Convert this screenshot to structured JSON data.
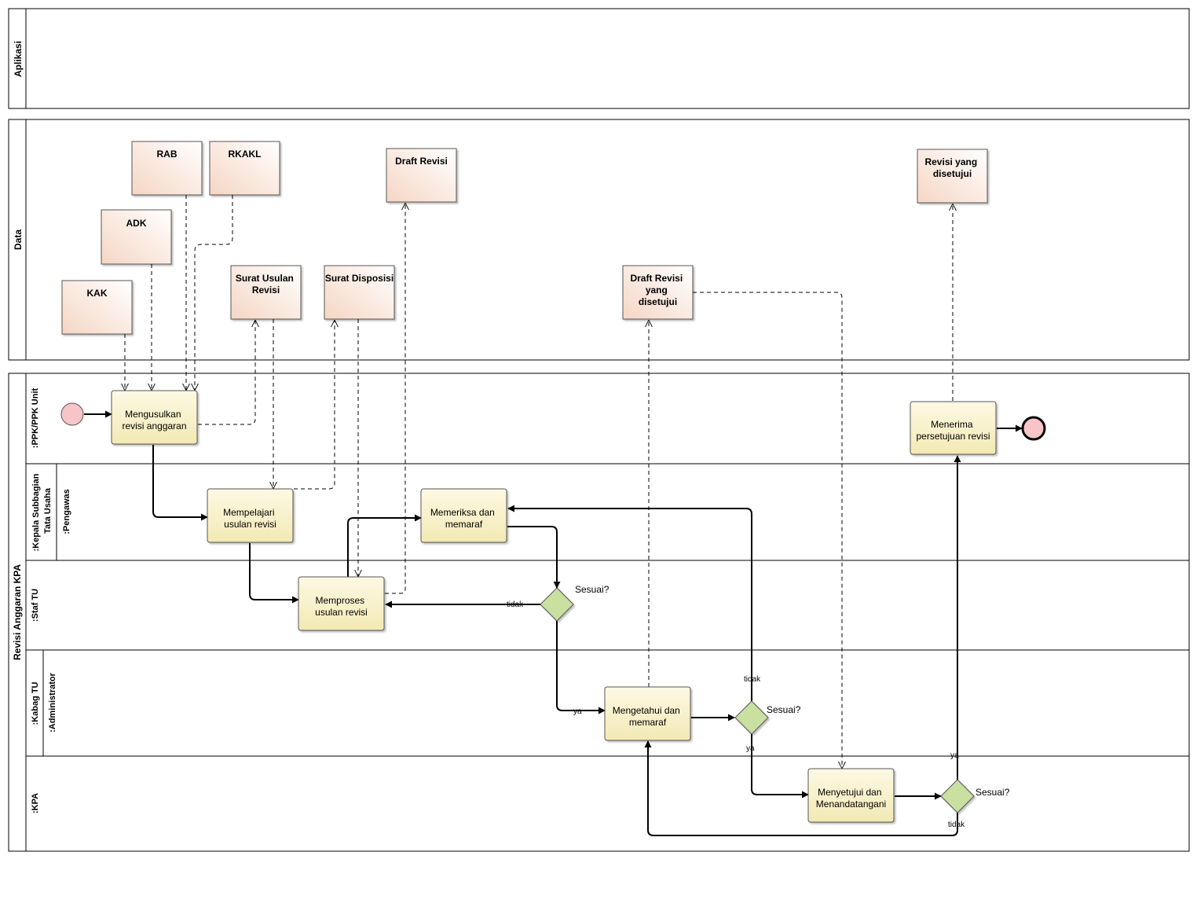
{
  "pools": {
    "aplikasi": "Aplikasi",
    "data": "Data",
    "process": "Revisi Anggaran KPA"
  },
  "lanes": {
    "ppk": ":PPK/PPK Unit",
    "kepala_line1": ":Kepala Subbagian",
    "kepala_line2": "Tata Usaha",
    "pengawas": ":Pengawas",
    "staf": ":Staf TU",
    "kabag": ":Kabag TU",
    "administrator": ":Administrator",
    "kpa": ":KPA"
  },
  "data_objects": {
    "rab": [
      "RAB"
    ],
    "rkakl": [
      "RKAKL"
    ],
    "adk": [
      "ADK"
    ],
    "kak": [
      "KAK"
    ],
    "draft_revisi": [
      "Draft Revisi"
    ],
    "revisi_disetujui": [
      "Revisi yang",
      "disetujui"
    ],
    "surat_usulan": [
      "Surat Usulan",
      "Revisi"
    ],
    "surat_disposisi": [
      "Surat Disposisi"
    ],
    "draft_disetujui": [
      "Draft Revisi",
      "yang",
      "disetujui"
    ]
  },
  "tasks": {
    "mengusulkan": [
      "Mengusulkan",
      "revisi anggaran"
    ],
    "menerima": [
      "Menerima",
      "persetujuan revisi"
    ],
    "mempelajari": [
      "Mempelajari",
      "usulan revisi"
    ],
    "memeriksa": [
      "Memeriksa dan",
      "memaraf"
    ],
    "memproses": [
      "Memproses",
      "usulan revisi"
    ],
    "mengetahui": [
      "Mengetahui dan",
      "memaraf"
    ],
    "menyetujui": [
      "Menyetujui dan",
      "Menandatangani"
    ]
  },
  "gateways": {
    "g1": "Sesuai?",
    "g2": "Sesuai?",
    "g3": "Sesuai?"
  },
  "flow_labels": {
    "g1_no": "tidak",
    "g1_yes": "ya",
    "g2_no": "tidak",
    "g2_yes": "ya",
    "g3_yes": "ya",
    "g3_no": "tidak"
  },
  "colors": {
    "task_fill_top": "#fdf9e4",
    "task_fill_bottom": "#f3e9b4",
    "data_fill_left": "#f7dccc",
    "data_fill_right": "#ffffff",
    "gateway_fill": "#c9e0a0",
    "event_fill": "#f7c5c7"
  }
}
